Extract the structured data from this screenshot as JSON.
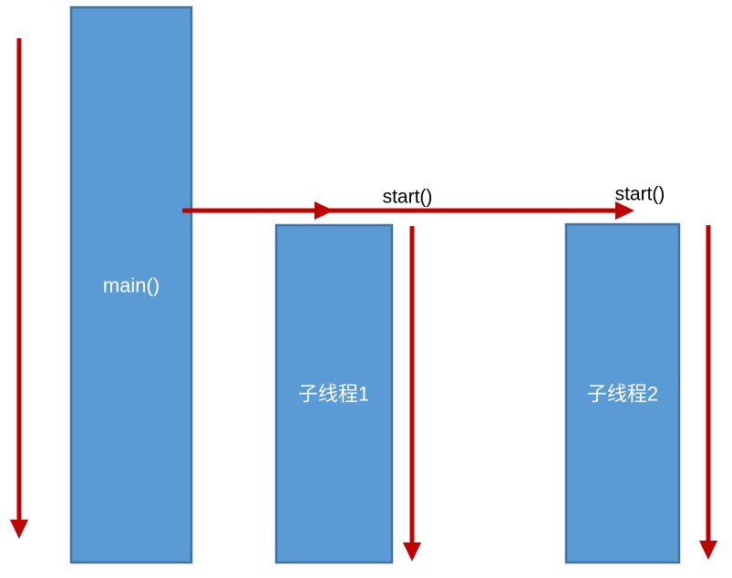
{
  "diagram": {
    "type": "thread-sequence-diagram",
    "nodes": {
      "main": {
        "label": "main()"
      },
      "thread1": {
        "label": "子线程1"
      },
      "thread2": {
        "label": "子线程2"
      }
    },
    "calls": {
      "start1": {
        "label": "start()"
      },
      "start2": {
        "label": "start()"
      }
    },
    "colors": {
      "box_fill": "#5B9BD5",
      "box_border": "#41719C",
      "arrow": "#C00000",
      "node_text": "#FFFFFF",
      "call_text": "#000000",
      "background": "#FFFFFF"
    }
  }
}
